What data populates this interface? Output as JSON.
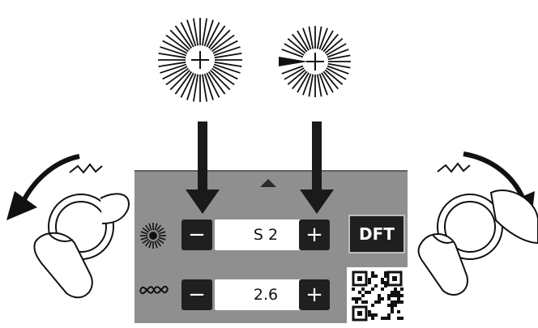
{
  "stitch_width": {
    "value": "S 2",
    "minus_label": "−",
    "plus_label": "+"
  },
  "stitch_length": {
    "value": "2.6",
    "minus_label": "−",
    "plus_label": "+"
  },
  "default_button_label": "DFT",
  "icons": {
    "width": "sun-burst-icon",
    "length": "stitch-length-icon",
    "panel_toggle": "triangle-up-icon",
    "qr": "qr-code-icon"
  },
  "colors": {
    "panel": "#8f8f8f",
    "button": "#1f1f1f",
    "field": "#ffffff"
  }
}
